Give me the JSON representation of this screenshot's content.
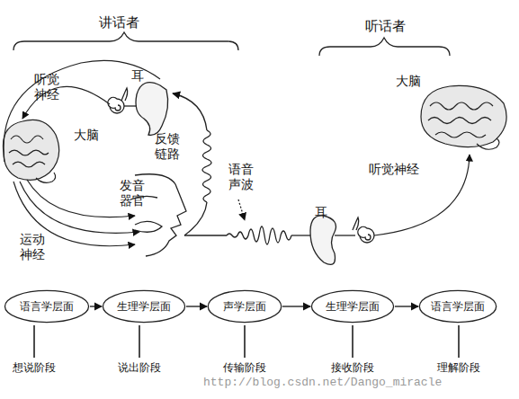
{
  "diagram": {
    "nodes": [
      {
        "text": [
          "语言学层面"
        ]
      },
      {
        "text": [
          "生理学层面"
        ]
      },
      {
        "text": [
          "声学层面"
        ]
      },
      {
        "text": [
          "生理学层面"
        ]
      },
      {
        "text": [
          "语言学层面"
        ]
      }
    ],
    "edges": [
      {
        "from": 0,
        "to": 1,
        "arrow": "to"
      },
      {
        "from": 1,
        "to": 2,
        "arrow": "to"
      },
      {
        "from": 2,
        "to": 3,
        "arrow": "to"
      },
      {
        "from": 3,
        "to": 4,
        "arrow": "to"
      }
    ],
    "labels": [
      "讲话者",
      "听话者",
      "听觉 神经",
      "耳",
      "大脑",
      "反馈 链路",
      "语音 声波",
      "发音 器官",
      "运动 神经",
      "耳",
      "大脑",
      "听觉神经",
      "想说阶段",
      "说出阶段",
      "传输阶段",
      "接收阶段",
      "理解阶段",
      "http://blog.csdn.net/Dango_miracle"
    ]
  }
}
